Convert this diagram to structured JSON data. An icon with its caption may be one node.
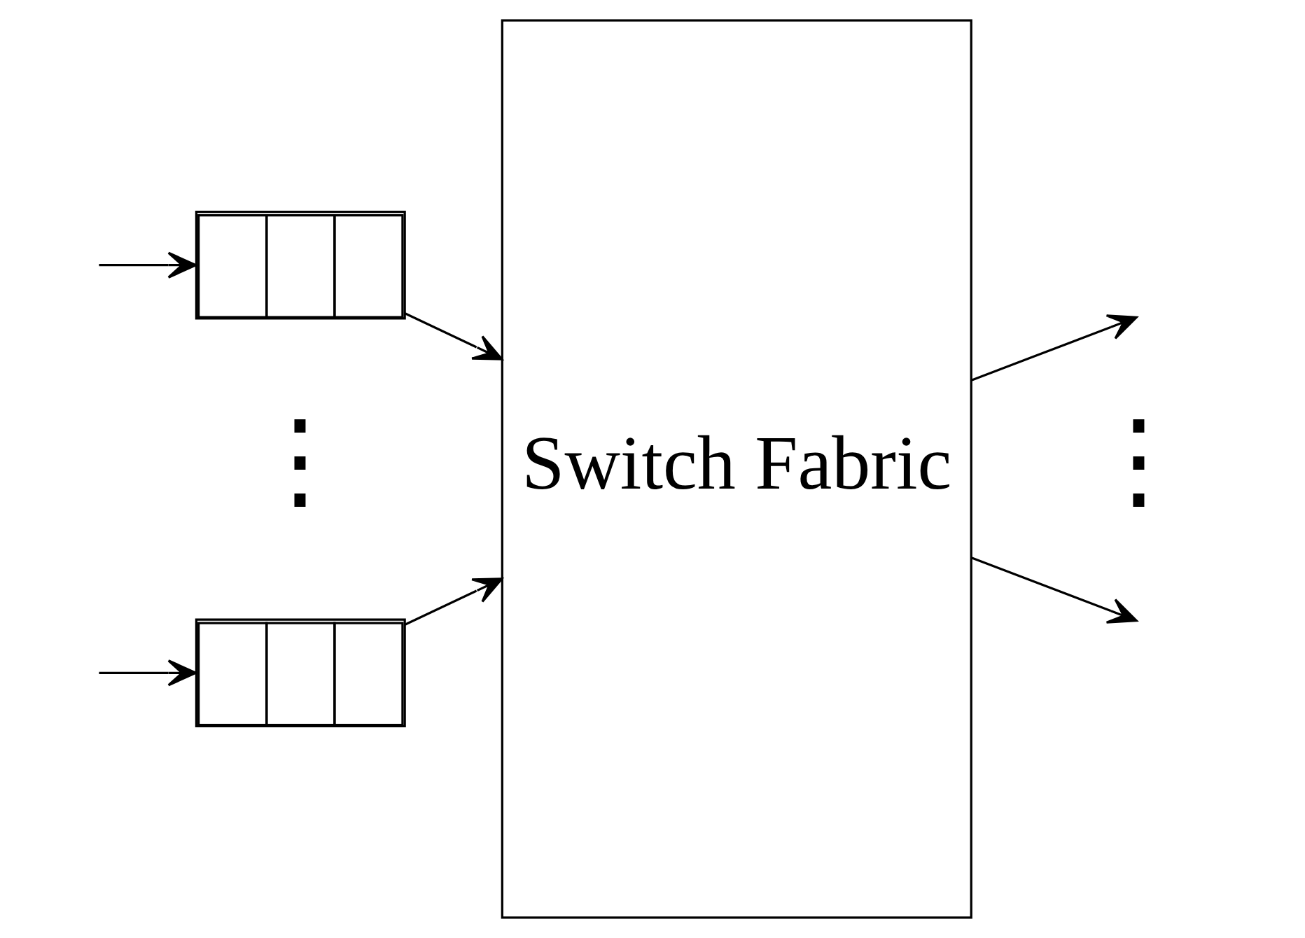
{
  "diagram": {
    "nodes": [
      {
        "text": [],
        "shape": "box"
      },
      {
        "text": [],
        "shape": "box"
      },
      {
        "text": [
          "Switch Fabric"
        ]
      }
    ],
    "edges": [
      {
        "from": null,
        "to": 0,
        "arrow": "to"
      },
      {
        "from": 0,
        "to": 2,
        "arrow": "to"
      },
      {
        "from": null,
        "to": 1,
        "arrow": "to"
      },
      {
        "from": 1,
        "to": 2,
        "arrow": "to"
      },
      {
        "from": 2,
        "to": null,
        "arrow": "to"
      },
      {
        "from": 2,
        "to": null,
        "arrow": "to"
      }
    ],
    "labels": [
      "⋮",
      "⋮"
    ]
  }
}
